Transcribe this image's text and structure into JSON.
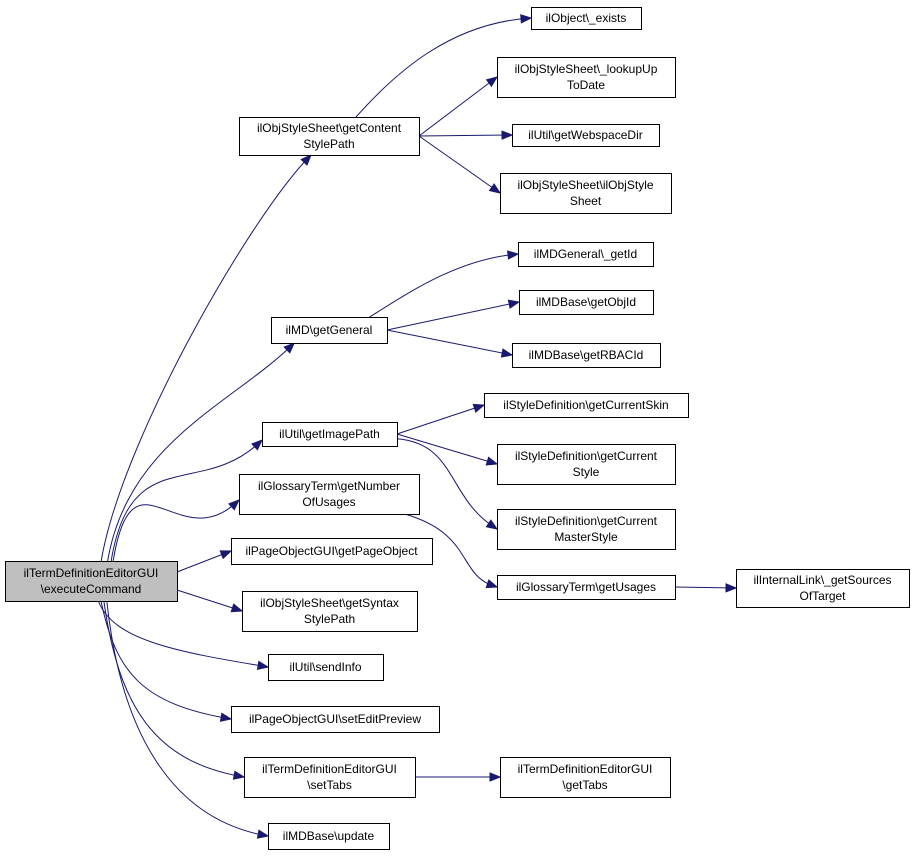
{
  "colors": {
    "edge": "#191970",
    "node_fill": "#ffffff",
    "root_fill": "#bfbfbf",
    "border": "#000000"
  },
  "nodes": [
    {
      "id": "root",
      "lines": [
        "ilTermDefinitionEditorGUI",
        "\\executeCommand"
      ],
      "root": true
    },
    {
      "id": "getContentStylePath",
      "lines": [
        "ilObjStyleSheet\\getContent",
        "StylePath"
      ]
    },
    {
      "id": "objExists",
      "lines": [
        "ilObject\\_exists"
      ]
    },
    {
      "id": "lookupUpToDate",
      "lines": [
        "ilObjStyleSheet\\_lookupUp",
        "ToDate"
      ]
    },
    {
      "id": "getWebspaceDir",
      "lines": [
        "ilUtil\\getWebspaceDir"
      ]
    },
    {
      "id": "ilObjStyleSheet",
      "lines": [
        "ilObjStyleSheet\\ilObjStyle",
        "Sheet"
      ]
    },
    {
      "id": "getGeneral",
      "lines": [
        "ilMD\\getGeneral"
      ]
    },
    {
      "id": "mdGeneralGetId",
      "lines": [
        "ilMDGeneral\\_getId"
      ]
    },
    {
      "id": "getObjId",
      "lines": [
        "ilMDBase\\getObjId"
      ]
    },
    {
      "id": "getRBACId",
      "lines": [
        "ilMDBase\\getRBACId"
      ]
    },
    {
      "id": "getImagePath",
      "lines": [
        "ilUtil\\getImagePath"
      ]
    },
    {
      "id": "getCurrentSkin",
      "lines": [
        "ilStyleDefinition\\getCurrentSkin"
      ]
    },
    {
      "id": "getCurrentStyle",
      "lines": [
        "ilStyleDefinition\\getCurrent",
        "Style"
      ]
    },
    {
      "id": "getCurrentMasterStyle",
      "lines": [
        "ilStyleDefinition\\getCurrent",
        "MasterStyle"
      ]
    },
    {
      "id": "getNumberOfUsages",
      "lines": [
        "ilGlossaryTerm\\getNumber",
        "OfUsages"
      ]
    },
    {
      "id": "getUsages",
      "lines": [
        "ilGlossaryTerm\\getUsages"
      ]
    },
    {
      "id": "getSourcesOfTarget",
      "lines": [
        "ilInternalLink\\_getSources",
        "OfTarget"
      ]
    },
    {
      "id": "getPageObject",
      "lines": [
        "ilPageObjectGUI\\getPageObject"
      ]
    },
    {
      "id": "getSyntaxStylePath",
      "lines": [
        "ilObjStyleSheet\\getSyntax",
        "StylePath"
      ]
    },
    {
      "id": "sendInfo",
      "lines": [
        "ilUtil\\sendInfo"
      ]
    },
    {
      "id": "setEditPreview",
      "lines": [
        "ilPageObjectGUI\\setEditPreview"
      ]
    },
    {
      "id": "setTabs",
      "lines": [
        "ilTermDefinitionEditorGUI",
        "\\setTabs"
      ]
    },
    {
      "id": "getTabs",
      "lines": [
        "ilTermDefinitionEditorGUI",
        "\\getTabs"
      ]
    },
    {
      "id": "mdBaseUpdate",
      "lines": [
        "ilMDBase\\update"
      ]
    }
  ],
  "edges": [
    {
      "from": "root",
      "to": "getContentStylePath"
    },
    {
      "from": "getContentStylePath",
      "to": "objExists"
    },
    {
      "from": "getContentStylePath",
      "to": "lookupUpToDate"
    },
    {
      "from": "getContentStylePath",
      "to": "getWebspaceDir"
    },
    {
      "from": "getContentStylePath",
      "to": "ilObjStyleSheet"
    },
    {
      "from": "root",
      "to": "getGeneral"
    },
    {
      "from": "getGeneral",
      "to": "mdGeneralGetId"
    },
    {
      "from": "getGeneral",
      "to": "getObjId"
    },
    {
      "from": "getGeneral",
      "to": "getRBACId"
    },
    {
      "from": "root",
      "to": "getImagePath"
    },
    {
      "from": "getImagePath",
      "to": "getCurrentSkin"
    },
    {
      "from": "getImagePath",
      "to": "getCurrentStyle"
    },
    {
      "from": "getImagePath",
      "to": "getCurrentMasterStyle"
    },
    {
      "from": "root",
      "to": "getNumberOfUsages"
    },
    {
      "from": "getNumberOfUsages",
      "to": "getUsages"
    },
    {
      "from": "getUsages",
      "to": "getSourcesOfTarget"
    },
    {
      "from": "root",
      "to": "getPageObject"
    },
    {
      "from": "root",
      "to": "getSyntaxStylePath"
    },
    {
      "from": "root",
      "to": "sendInfo"
    },
    {
      "from": "root",
      "to": "setEditPreview"
    },
    {
      "from": "root",
      "to": "setTabs"
    },
    {
      "from": "setTabs",
      "to": "getTabs"
    },
    {
      "from": "root",
      "to": "mdBaseUpdate"
    }
  ]
}
